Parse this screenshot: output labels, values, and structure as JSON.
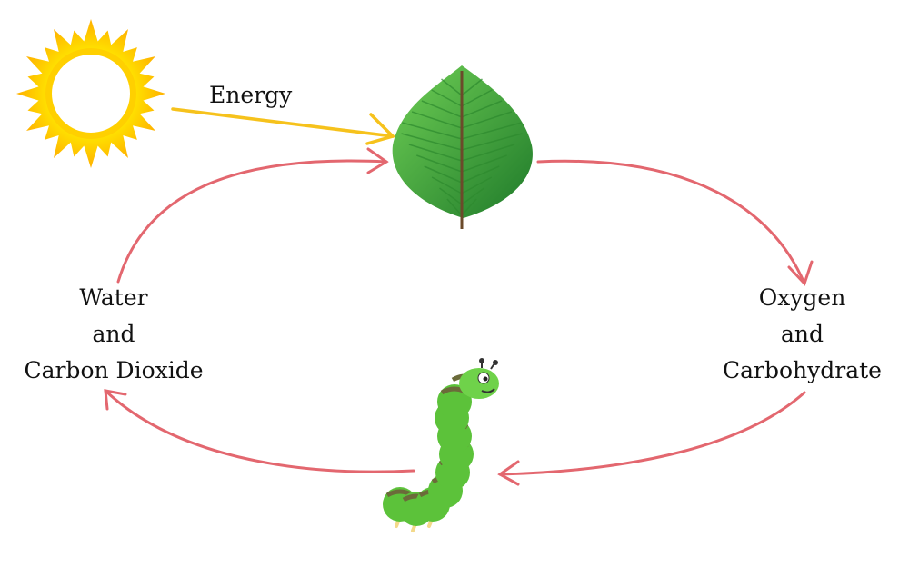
{
  "title": "Photosynthesis and respiration cycle",
  "labels": {
    "energy": "Energy",
    "left": [
      "Water",
      "and",
      "Carbon Dioxide"
    ],
    "right": [
      "Oxygen",
      "and",
      "Carbohydrate"
    ]
  },
  "colors": {
    "cycle_arrow": "#e3676f",
    "energy_arrow": "#f6c21c",
    "sun_rays": "#ffc400",
    "leaf": "#3fa63a",
    "caterpillar": "#5cc23a"
  },
  "icons": [
    "sun-icon",
    "leaf-icon",
    "caterpillar-icon"
  ]
}
